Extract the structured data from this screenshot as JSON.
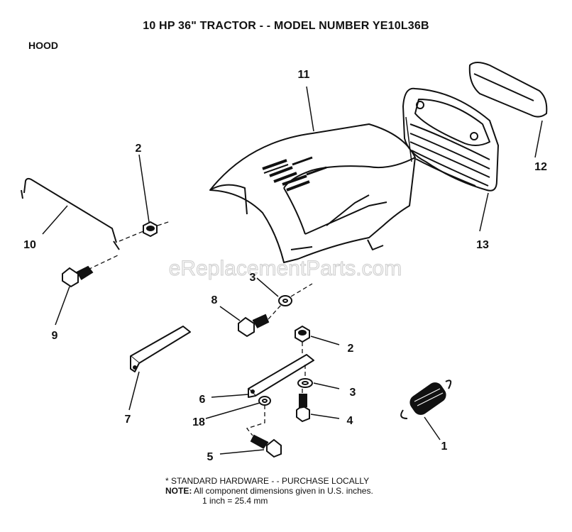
{
  "header": {
    "title": "10 HP 36\" TRACTOR - - MODEL NUMBER YE10L36B",
    "section": "HOOD"
  },
  "watermark": "eReplacementParts.com",
  "callouts": {
    "c1": "1",
    "c2a": "2",
    "c2b": "2",
    "c3a": "3",
    "c3b": "3",
    "c4": "4",
    "c5": "5",
    "c6": "6",
    "c7": "7",
    "c8": "8",
    "c9": "9",
    "c10": "10",
    "c11": "11",
    "c12": "12",
    "c13": "13",
    "c18": "18"
  },
  "footer": {
    "standard_hardware": "* STANDARD HARDWARE - - PURCHASE LOCALLY",
    "note_label": "NOTE:",
    "note_text": "All component dimensions given in U.S. inches.",
    "conversion": "1 inch = 25.4 mm"
  }
}
